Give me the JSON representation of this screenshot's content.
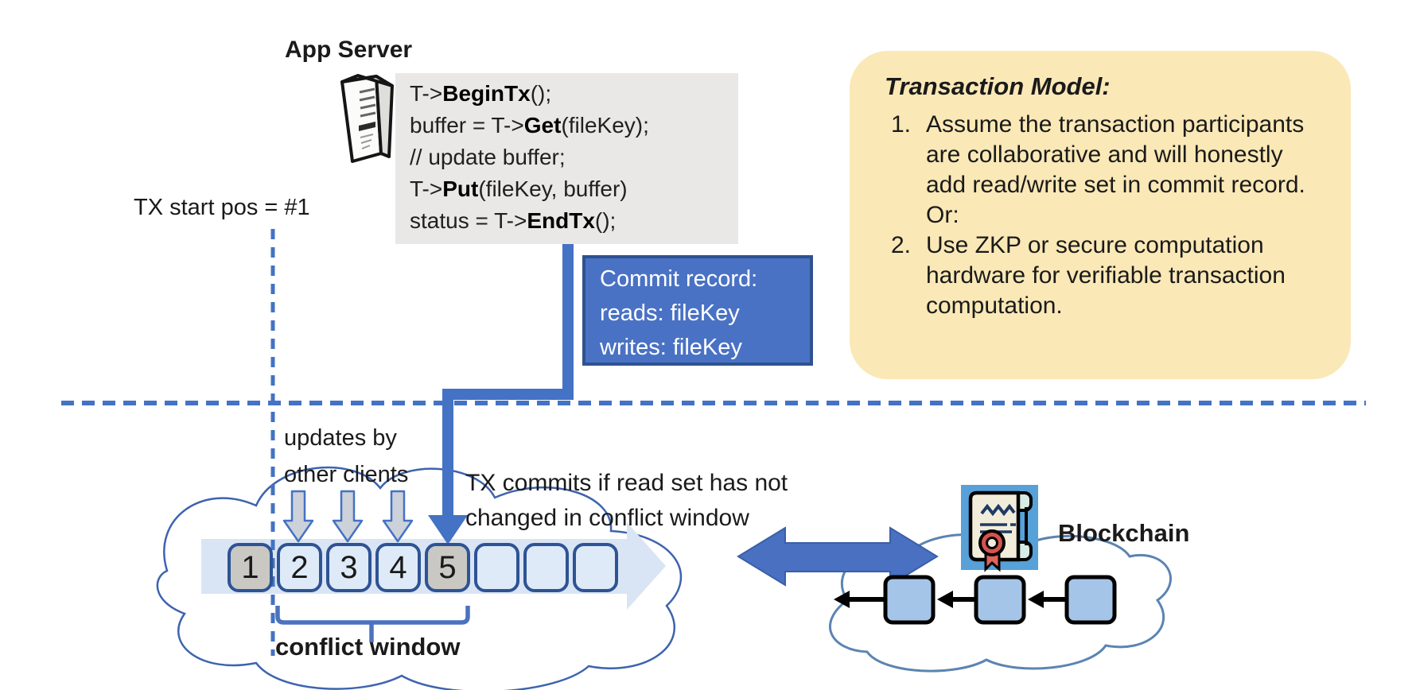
{
  "header": {
    "app_server_label": "App Server"
  },
  "code_block": {
    "lines": [
      {
        "pre": "T->",
        "bold": "BeginTx",
        "post": "();"
      },
      {
        "pre": "buffer = T->",
        "bold": "Get",
        "post": "(fileKey);"
      },
      {
        "pre": "// update buffer;",
        "bold": "",
        "post": ""
      },
      {
        "pre": "T->",
        "bold": "Put",
        "post": "(fileKey, buffer)"
      },
      {
        "pre": "status = T->",
        "bold": "EndTx",
        "post": "();"
      }
    ]
  },
  "commit_record": {
    "title": "Commit record:",
    "reads": "reads: fileKey",
    "writes": "writes: fileKey"
  },
  "transaction_model": {
    "title": "Transaction Model:",
    "items": [
      {
        "number": "1.",
        "text": "Assume the transaction participants are collaborative and will honestly add read/write set in commit record.  Or:"
      },
      {
        "number": "2.",
        "text": "Use ZKP or secure computation hardware for verifiable transaction computation."
      }
    ]
  },
  "labels": {
    "tx_start": "TX start pos = #1",
    "updates_line1": "updates by",
    "updates_line2": "other clients",
    "commit_line1": "TX commits if read set has not",
    "commit_line2": "changed in conflict window",
    "conflict_window": "conflict window",
    "blockchain": "Blockchain"
  },
  "timeline": {
    "slots": [
      "1",
      "2",
      "3",
      "4",
      "5",
      "",
      "",
      ""
    ],
    "highlighted_slots": [
      "1",
      "5"
    ]
  },
  "icons": {
    "app_server": "server-tower-icon",
    "smart_contract": "certificate-scroll-icon",
    "timeline_flow": "right-arrow-band",
    "client_updates": "down-arrow-icons",
    "sync": "double-headed-arrow"
  },
  "colors": {
    "accent_blue": "#4472C4",
    "slot_border": "#2E5395",
    "slot_blue": "#DEEAF7",
    "slot_gray": "#C9C8C3",
    "commit_bg": "#4A72C4",
    "commit_border": "#2F528F",
    "note_yellow": "#FAE8B6",
    "code_bg": "#E9E8E7",
    "band_blue": "#D9E5F4",
    "block_fill": "#A5C5E8",
    "cloud_stroke_left": "#3E63AE",
    "cloud_stroke_right": "#5B84B1"
  }
}
